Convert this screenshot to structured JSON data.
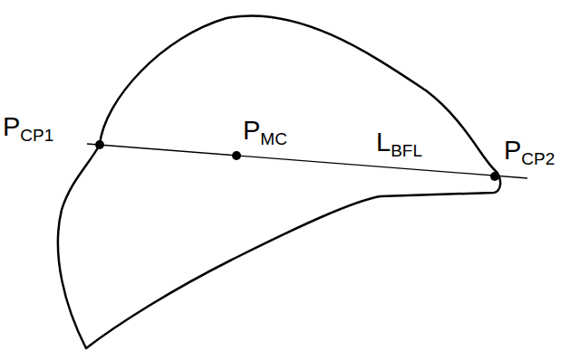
{
  "diagram": {
    "labels": [
      "PCP1",
      "PMC",
      "LBFL",
      "PCP2"
    ]
  }
}
